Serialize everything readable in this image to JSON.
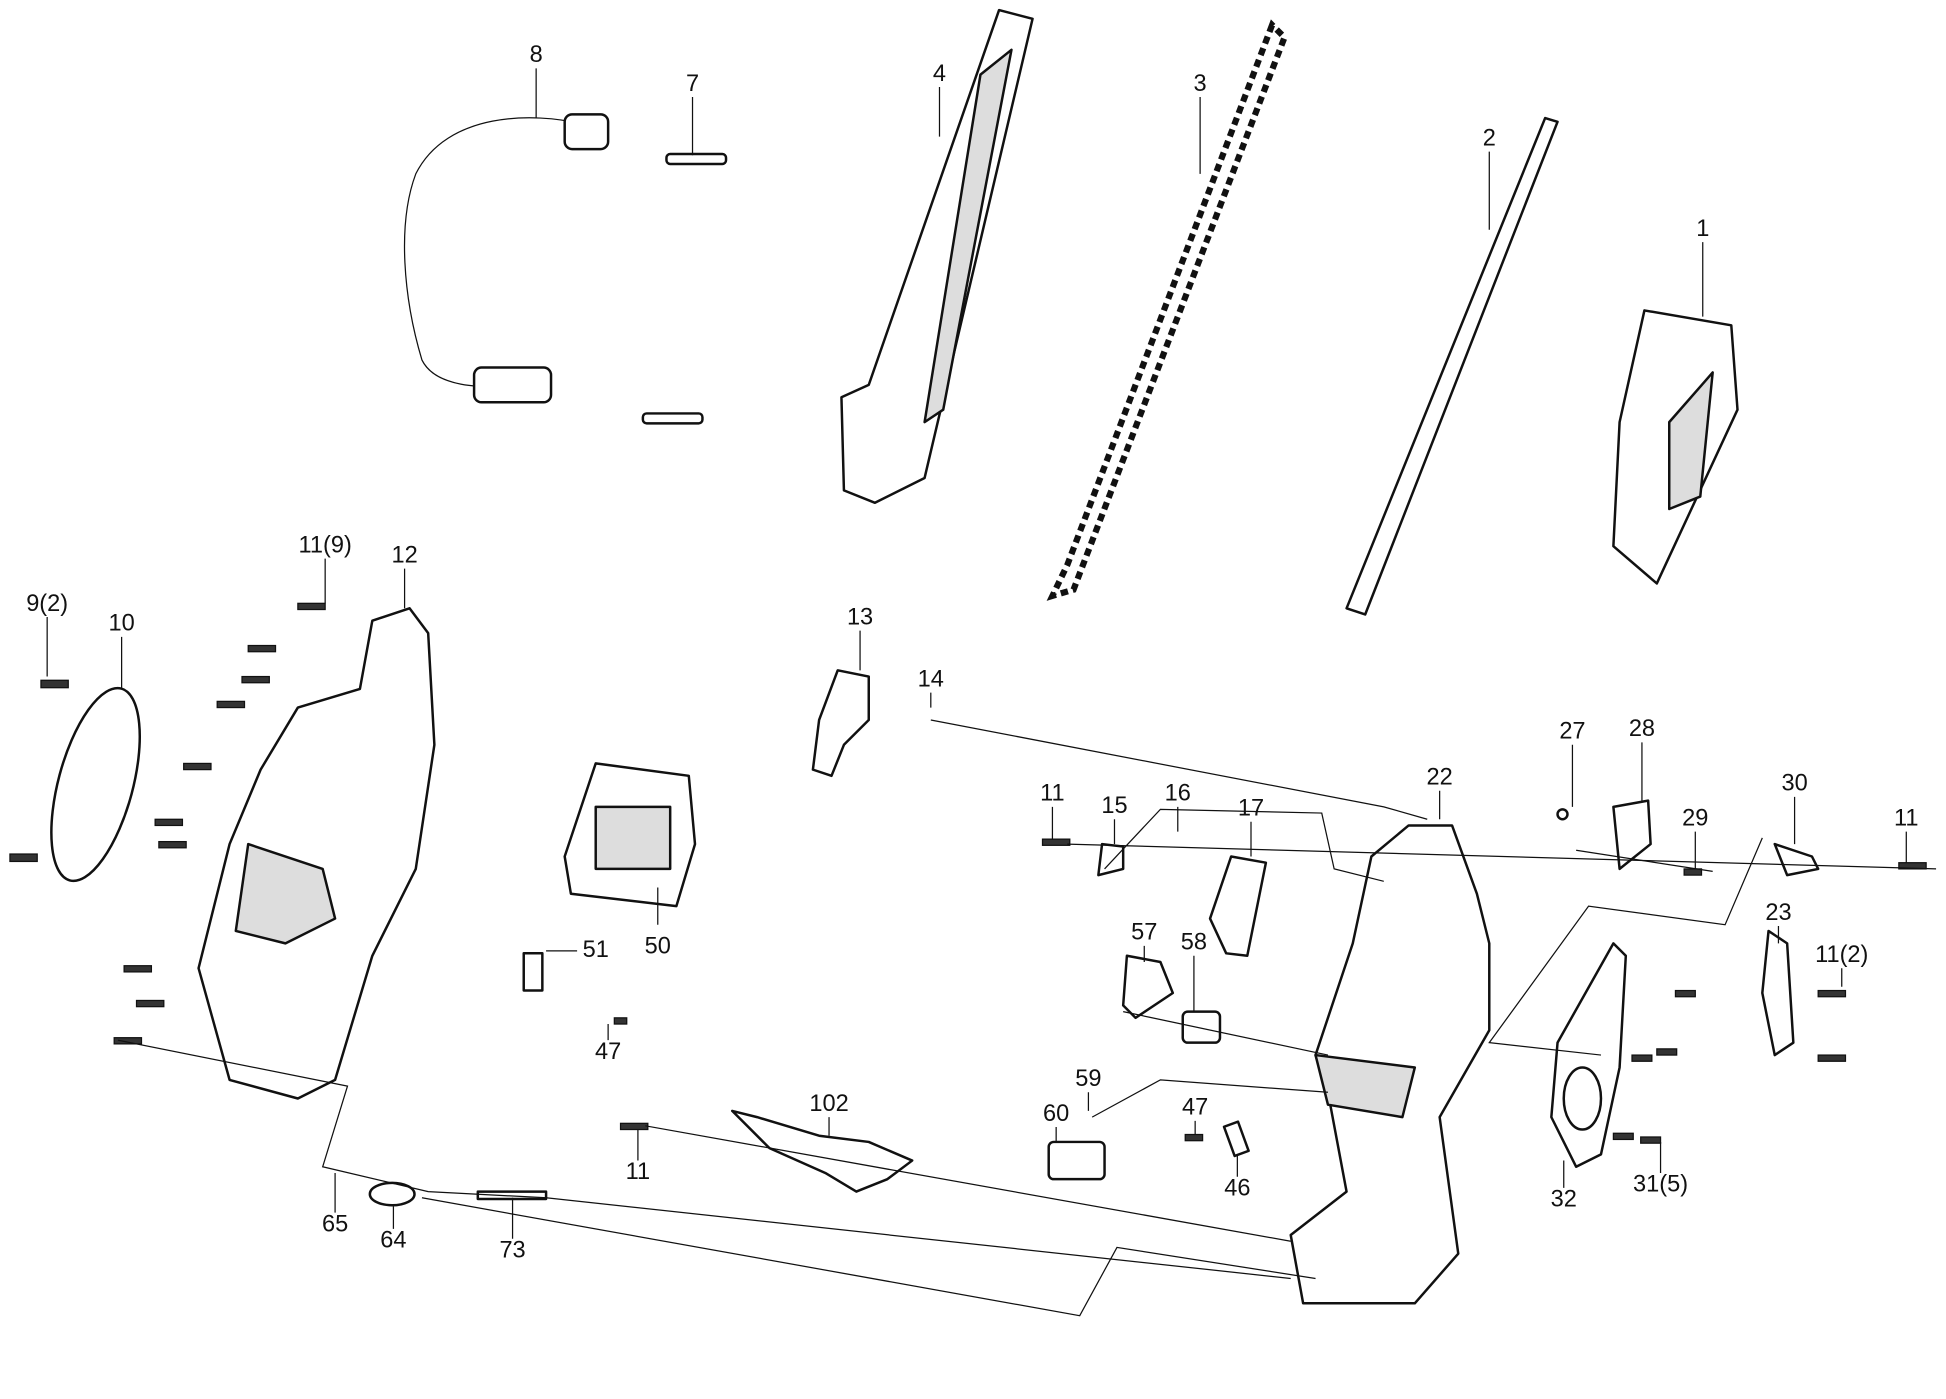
{
  "diagram": {
    "type": "exploded parts diagram",
    "callouts": [
      "8",
      "7",
      "4",
      "3",
      "2",
      "1",
      "11(9)",
      "12",
      "9(2)",
      "10",
      "13",
      "14",
      "22",
      "27",
      "28",
      "30",
      "11",
      "29",
      "11",
      "15",
      "16",
      "17",
      "50",
      "51",
      "47",
      "57",
      "58",
      "23",
      "11(2)",
      "59",
      "60",
      "47",
      "46",
      "102",
      "11",
      "65",
      "64",
      "73",
      "32",
      "31(5)"
    ]
  },
  "colors": {
    "line": "#111111",
    "background": "#ffffff"
  }
}
